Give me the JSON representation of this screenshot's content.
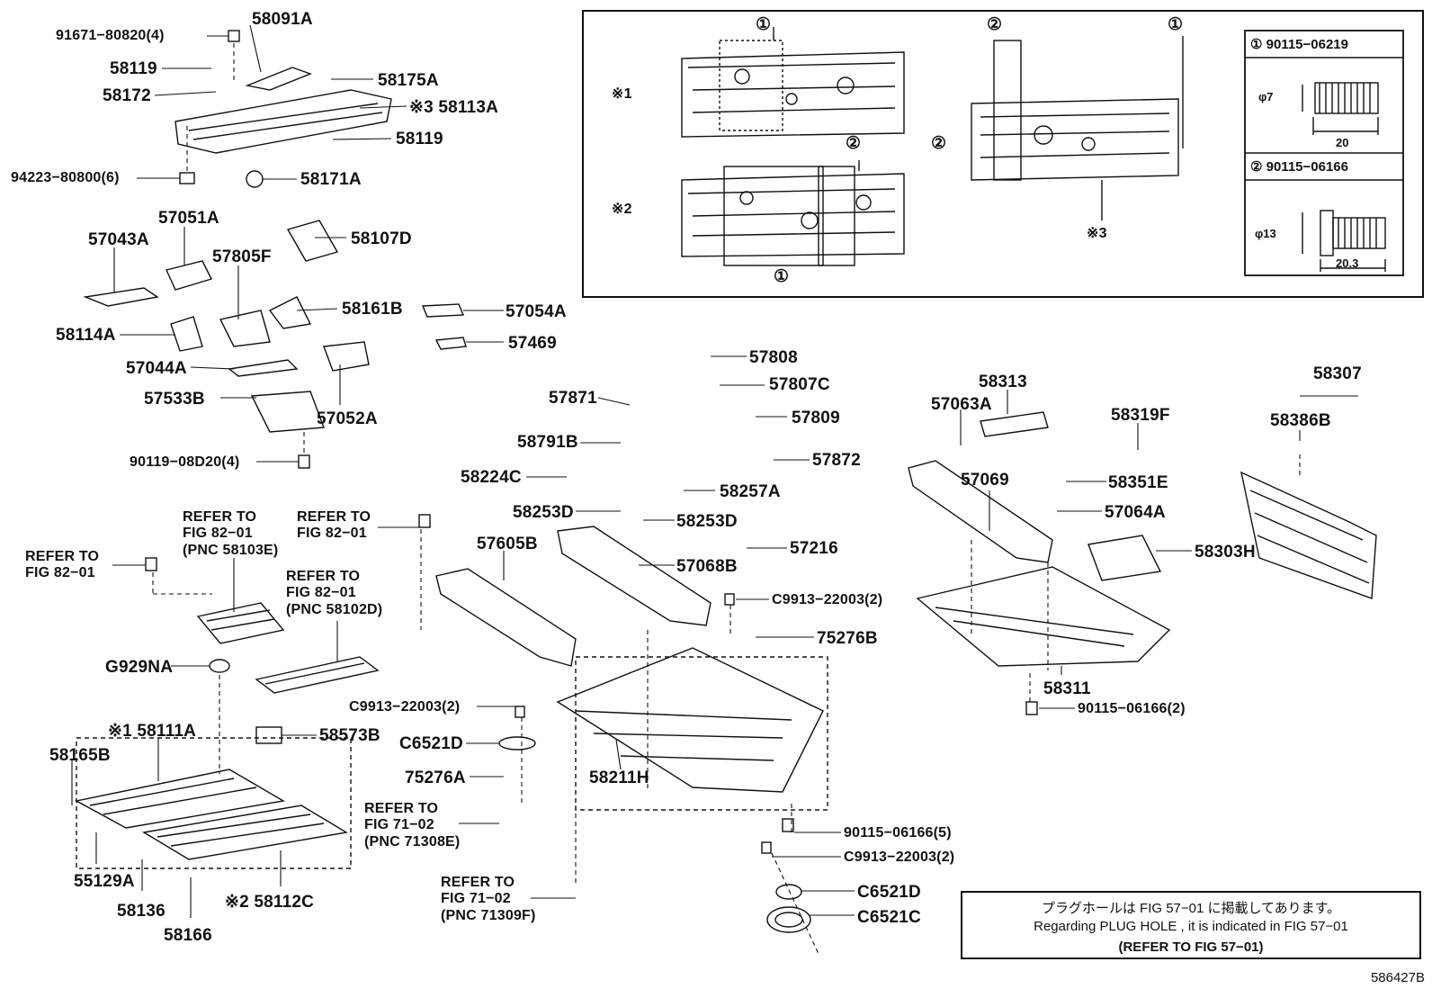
{
  "diagram_code": "586427B",
  "note": {
    "line1": "プラグホールは FIG 57−01 に掲載してあります。",
    "line2": "Regarding  PLUG  HOLE , it is indicated in FIG  57−01",
    "line3": "(REFER  TO  FIG 57−01)"
  },
  "inset": {
    "markers": {
      "one": "①",
      "two": "②"
    },
    "kome1": "※1",
    "kome2": "※2",
    "kome3": "※3",
    "bolt1": {
      "title": "① 90115−06219",
      "dia": "φ7",
      "len": "20"
    },
    "bolt2": {
      "title": "② 90115−06166",
      "dia": "φ13",
      "len": "20.3"
    }
  },
  "labels": {
    "l91671": "91671−80820(4)",
    "l58091a": "58091A",
    "l58119a": "58119",
    "l58175a": "58175A",
    "l58172": "58172",
    "l58113a": "※3 58113A",
    "l58119b": "58119",
    "l94223": "94223−80800(6)",
    "l58171a": "58171A",
    "l57051a": "57051A",
    "l57043a": "57043A",
    "l58107d": "58107D",
    "l57805f": "57805F",
    "l58161b": "58161B",
    "l57054a": "57054A",
    "l58114a": "58114A",
    "l57469": "57469",
    "l57044a": "57044A",
    "l57533b": "57533B",
    "l57052a": "57052A",
    "l90119": "90119−08D20(4)",
    "l57808": "57808",
    "l57807c": "57807C",
    "l57871": "57871",
    "l57809": "57809",
    "l58791b": "58791B",
    "l57872": "57872",
    "l58224c": "58224C",
    "l58257a": "58257A",
    "l58253da": "58253D",
    "l58253db": "58253D",
    "l57605b": "57605B",
    "l57216": "57216",
    "l57068b": "57068B",
    "lc9913a": "C9913−22003(2)",
    "l75276b": "75276B",
    "l58313": "58313",
    "l57063a": "57063A",
    "l58307": "58307",
    "l58319f": "58319F",
    "l58386b": "58386B",
    "l57069": "57069",
    "l58351e": "58351E",
    "l57064a": "57064A",
    "l58303h": "58303H",
    "l58311": "58311",
    "l90115a": "90115−06166(2)",
    "ref1": "REFER TO\nFIG 82−01\n(PNC 58103E)",
    "ref2": "REFER TO\nFIG 82−01",
    "ref3": "REFER TO\nFIG 82−01",
    "ref4": "REFER TO\nFIG 82−01\n(PNC 58102D)",
    "lg929na": "G929NA",
    "l58573b": "58573B",
    "lc9913b": "C9913−22003(2)",
    "lc6521da": "C6521D",
    "l75276a": "75276A",
    "l58211h": "58211H",
    "l58111a": "※1 58111A",
    "l58165b": "58165B",
    "ref5": "REFER TO\nFIG 71−02\n(PNC 71308E)",
    "l90115b": "90115−06166(5)",
    "lc9913c": "C9913−22003(2)",
    "lc6521db": "C6521D",
    "lc6521c": "C6521C",
    "ref6": "REFER TO\nFIG 71−02\n(PNC 71309F)",
    "l55129a": "55129A",
    "l58136": "58136",
    "l58166": "58166",
    "l58112c": "※2 58112C"
  }
}
